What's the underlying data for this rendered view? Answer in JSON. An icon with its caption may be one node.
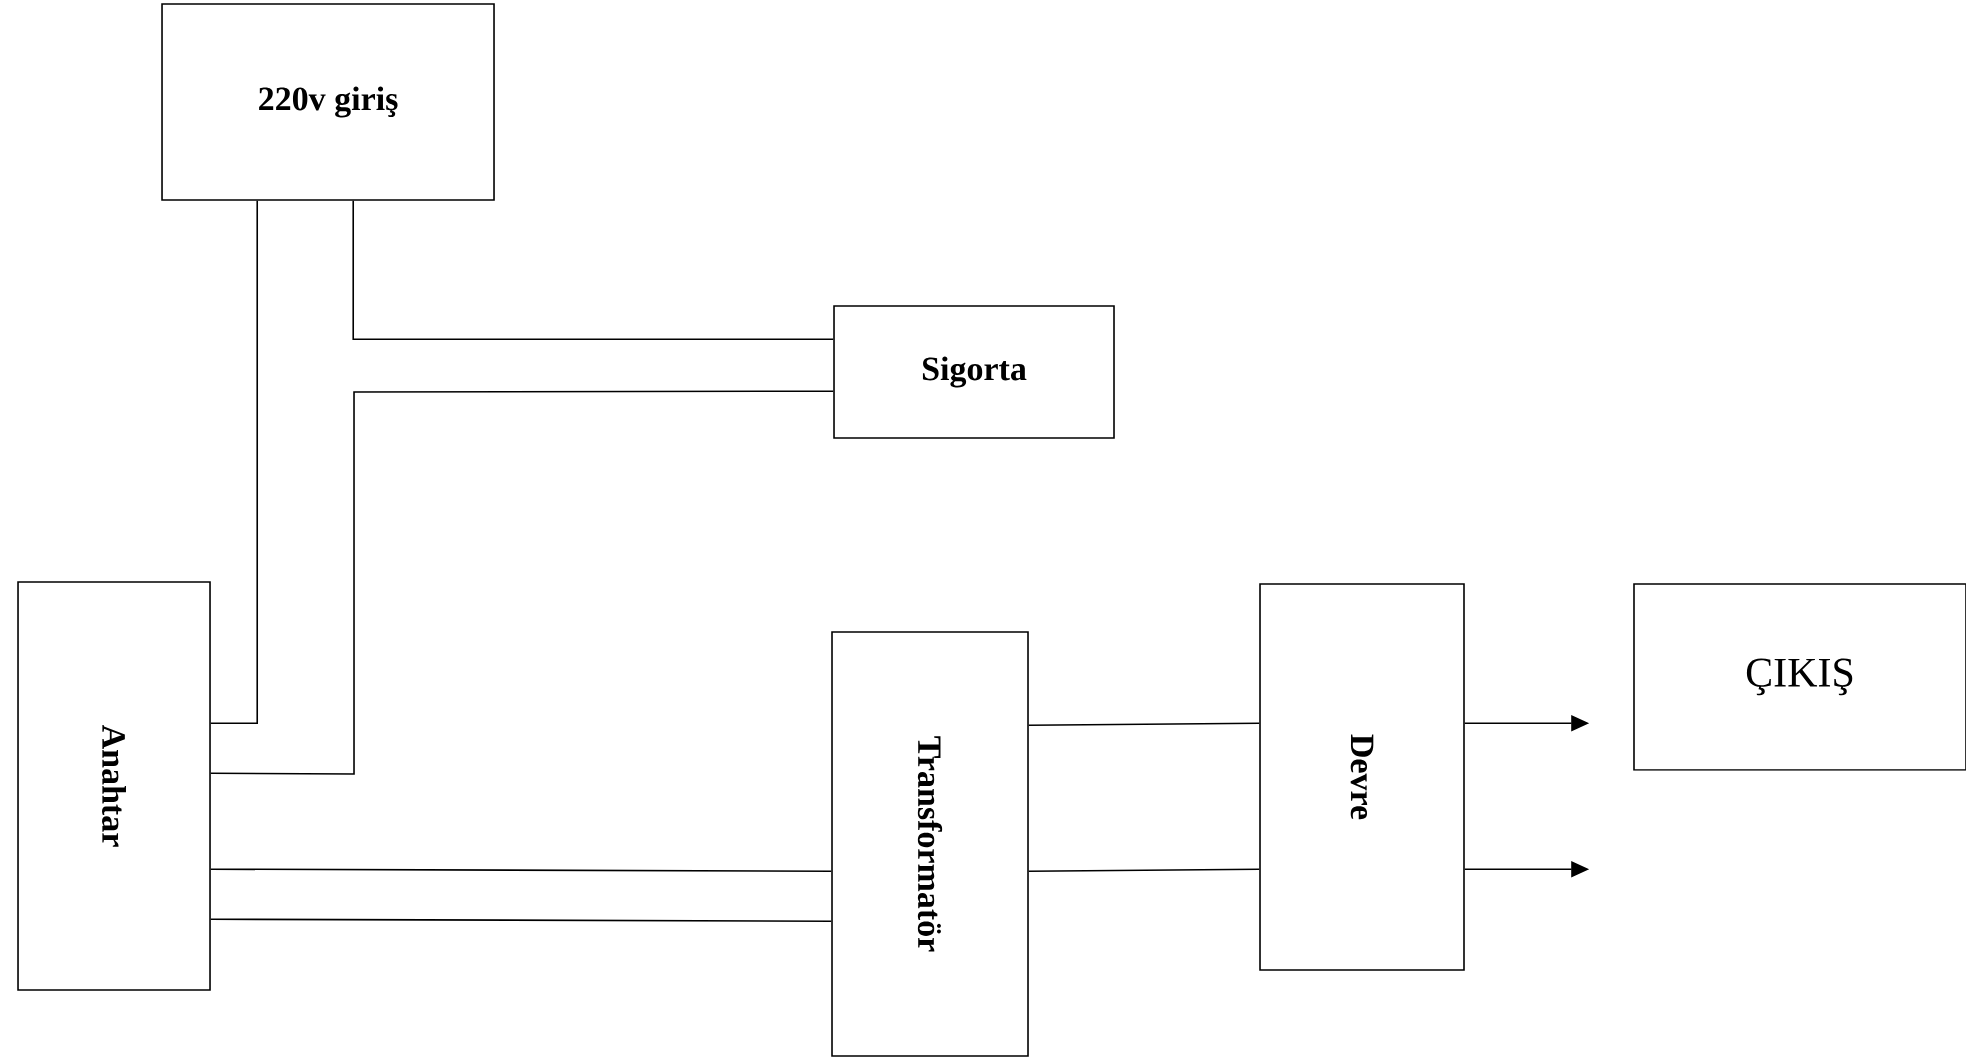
{
  "diagram": {
    "nodes": [
      {
        "text": [
          "220v giriş"
        ]
      },
      {
        "text": [
          "Sigorta"
        ]
      },
      {
        "text": [
          "Anahtar"
        ]
      },
      {
        "text": [
          "Transformatör"
        ]
      },
      {
        "text": [
          "Devre"
        ]
      },
      {
        "text": [
          "ÇIKIŞ"
        ]
      }
    ],
    "edges": [
      {
        "from": 0,
        "to": 2,
        "arrow": "none"
      },
      {
        "from": 0,
        "to": 1,
        "arrow": "none"
      },
      {
        "from": 1,
        "to": 2,
        "arrow": "none"
      },
      {
        "from": 2,
        "to": 3,
        "arrow": "none"
      },
      {
        "from": 2,
        "to": 3,
        "arrow": "none"
      },
      {
        "from": 3,
        "to": 4,
        "arrow": "none"
      },
      {
        "from": 3,
        "to": 4,
        "arrow": "none"
      },
      {
        "from": 4,
        "to": 5,
        "arrow": "to"
      },
      {
        "from": 4,
        "to": 5,
        "arrow": "to"
      }
    ]
  }
}
